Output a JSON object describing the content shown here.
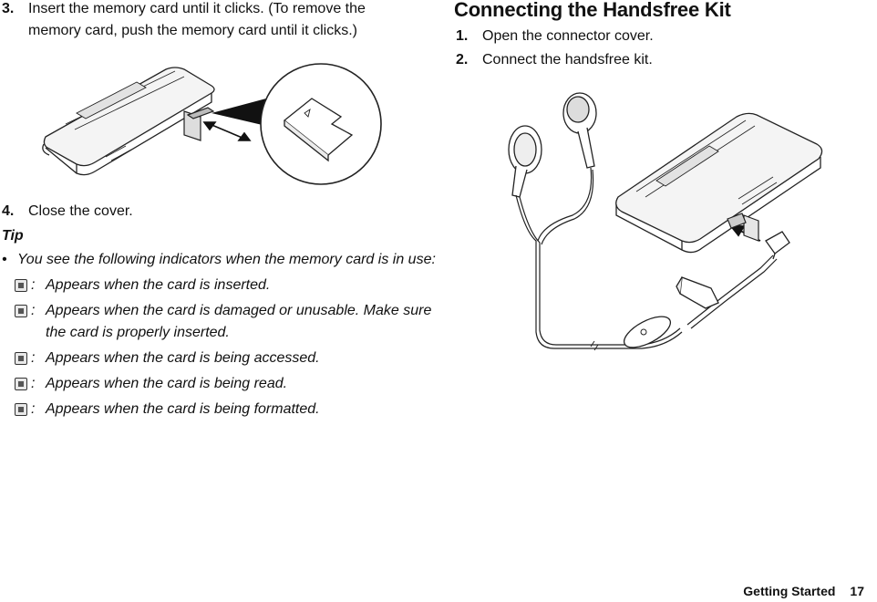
{
  "left": {
    "step3": {
      "number": "3.",
      "line1": "Insert the memory card until it clicks. (To remove the",
      "line2": "memory card, push the memory card until it clicks.)"
    },
    "step4": {
      "number": "4.",
      "text": "Close the cover."
    },
    "tip": {
      "heading": "Tip",
      "bullet": "•",
      "intro": "You see the following indicators when the memory card is in use:",
      "indicators": [
        {
          "icon": "memory-card-inserted-icon",
          "colon": ":",
          "line1": "Appears when the card is inserted.",
          "line2": ""
        },
        {
          "icon": "memory-card-damaged-icon",
          "colon": ":",
          "line1": "Appears when the card is damaged or unusable. Make sure",
          "line2": "the card is properly inserted."
        },
        {
          "icon": "memory-card-accessing-icon",
          "colon": ":",
          "line1": "Appears when the card is being accessed.",
          "line2": ""
        },
        {
          "icon": "memory-card-reading-icon",
          "colon": ":",
          "line1": "Appears when the card is being read.",
          "line2": ""
        },
        {
          "icon": "memory-card-formatting-icon",
          "colon": ":",
          "line1": "Appears when the card is being formatted.",
          "line2": ""
        }
      ]
    }
  },
  "right": {
    "title": "Connecting the Handsfree Kit",
    "step1": {
      "number": "1.",
      "text": "Open the connector cover."
    },
    "step2": {
      "number": "2.",
      "text": "Connect the handsfree kit."
    }
  },
  "footer": {
    "section": "Getting Started",
    "page": "17"
  }
}
